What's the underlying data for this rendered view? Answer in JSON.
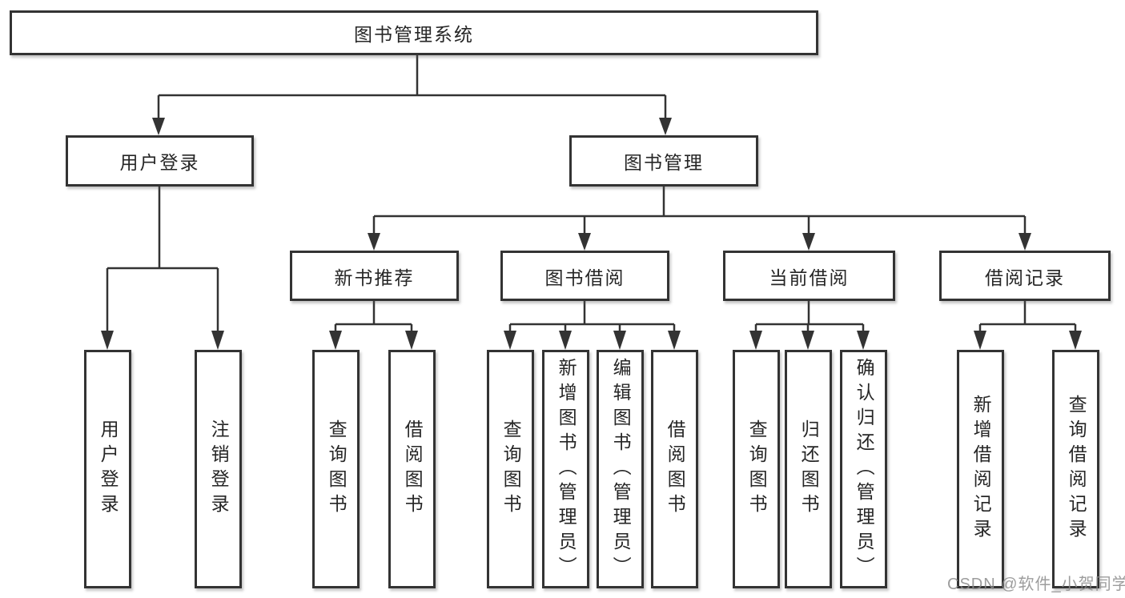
{
  "diagram": {
    "root": {
      "label": "图书管理系统",
      "children": [
        {
          "label": "用户登录",
          "children": [
            {
              "label": "用户登录"
            },
            {
              "label": "注销登录"
            }
          ]
        },
        {
          "label": "图书管理",
          "children": [
            {
              "label": "新书推荐",
              "children": [
                {
                  "label": "查询图书"
                },
                {
                  "label": "借阅图书"
                }
              ]
            },
            {
              "label": "图书借阅",
              "children": [
                {
                  "label": "查询图书"
                },
                {
                  "label": "新增图书（管理员）"
                },
                {
                  "label": "编辑图书（管理员）"
                },
                {
                  "label": "借阅图书"
                }
              ]
            },
            {
              "label": "当前借阅",
              "children": [
                {
                  "label": "查询图书"
                },
                {
                  "label": "归还图书"
                },
                {
                  "label": "确认归还（管理员）"
                }
              ]
            },
            {
              "label": "借阅记录",
              "children": [
                {
                  "label": "新增借阅记录"
                },
                {
                  "label": "查询借阅记录"
                }
              ]
            }
          ]
        }
      ]
    }
  },
  "watermark": "CSDN @软件_小贺同学",
  "colors": {
    "line": "#333333",
    "box_border": "#333333",
    "text": "#262626",
    "background": "#ffffff",
    "watermark": "#8c8c8c"
  }
}
